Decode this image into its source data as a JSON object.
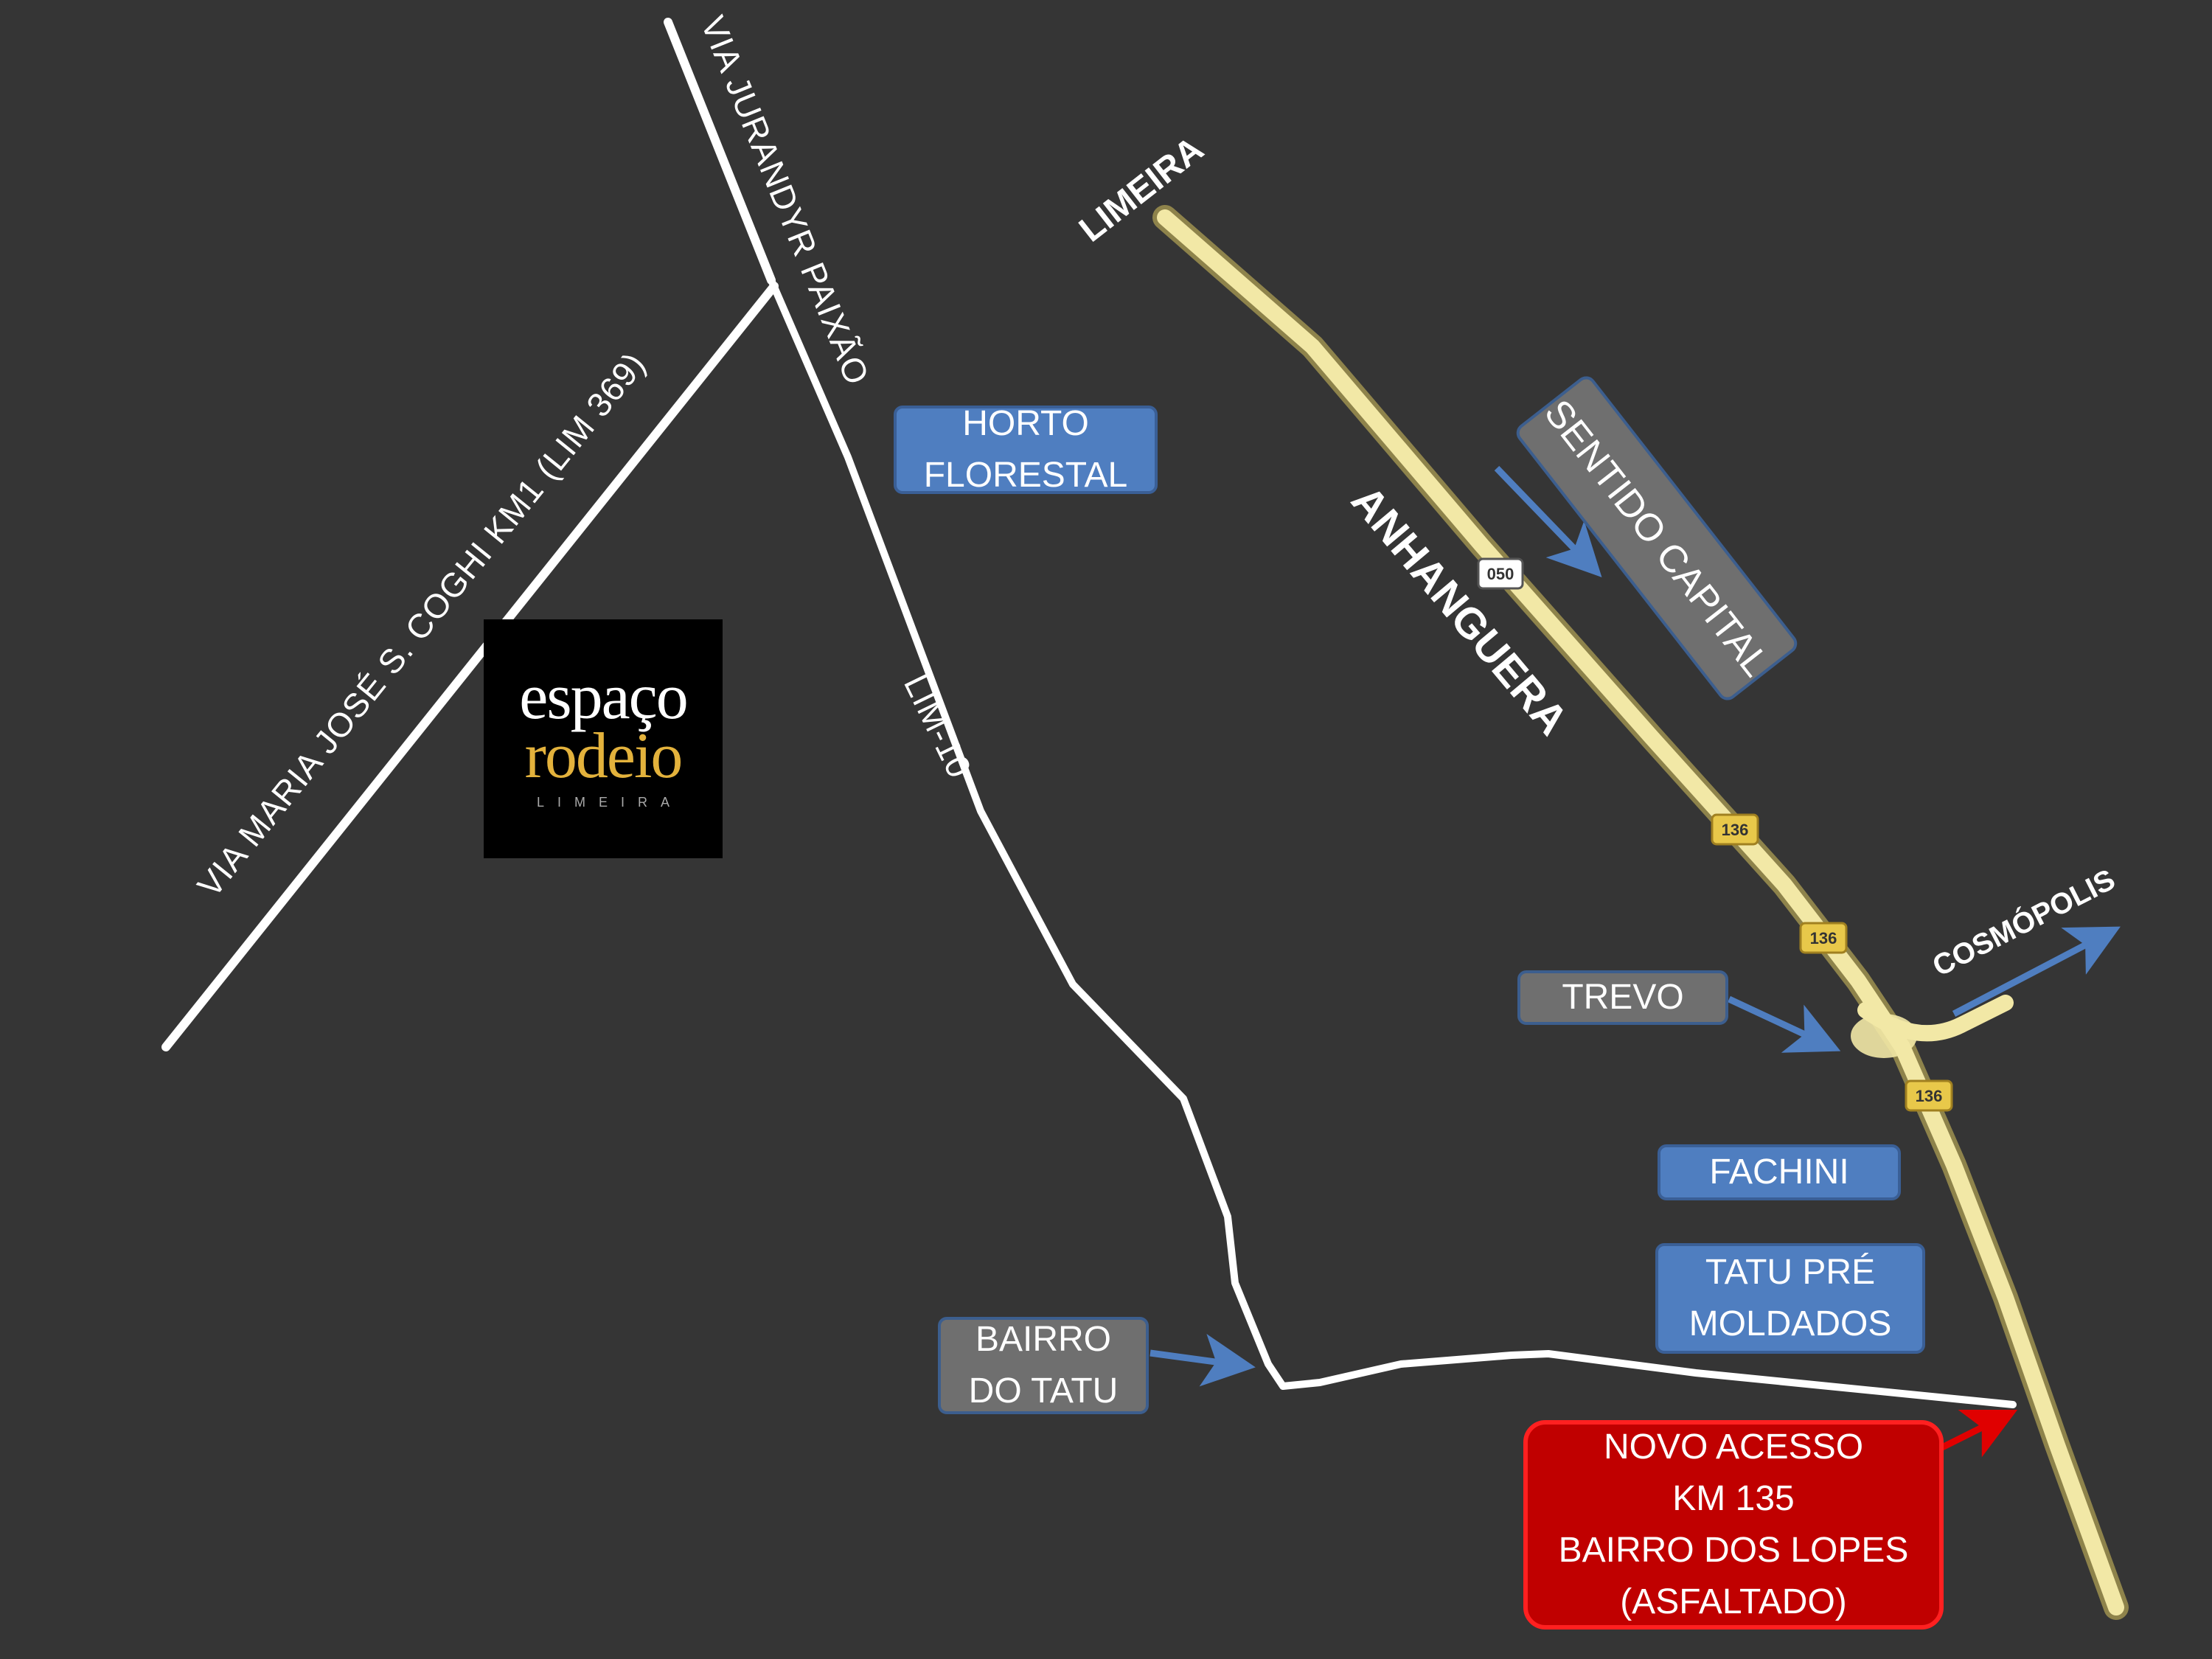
{
  "roads": {
    "jurandyr": "VIA  JURANDYR PAIXÃO",
    "maria_jose": "VIA  MARIA JOSÉ S. COGHI KM1 (LIM 369)",
    "lim10": "LIM-10",
    "anhanguera": "ANHANGUERA"
  },
  "places": {
    "limeira": "LIMEIRA",
    "cosmopolis": "COSMÓPOLIS"
  },
  "shields": {
    "s050": "050",
    "s136": "136"
  },
  "labels": {
    "horto": "HORTO\nFLORESTAL",
    "sentido": "SENTIDO CAPITAL",
    "trevo": "TREVO",
    "fachini": "FACHINI",
    "tatu_pre": "TATU PRÉ\nMOLDADOS",
    "bairro_tatu": "BAIRRO\nDO TATU",
    "novo_acesso": "NOVO ACESSO\nKM 135\nBAIRRO DOS LOPES\n(ASFALTADO)"
  },
  "logo": {
    "line1": "espaço",
    "line2": "rodeio",
    "line3": "LIMEIRA"
  },
  "colors": {
    "background": "#353535",
    "highway": "#f2e8a6",
    "road": "#ffffff",
    "box_blue": "#4f7ec0",
    "box_gray": "#6f6f6f",
    "box_red": "#c00000",
    "arrow_blue": "#4f7ec0",
    "arrow_red": "#e00000",
    "logo_gold": "#e3b23c"
  }
}
